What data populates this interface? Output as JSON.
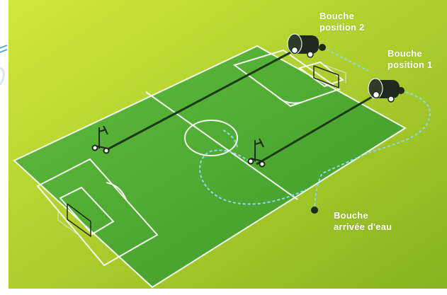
{
  "labels": {
    "position2": [
      "Bouche",
      "position 2"
    ],
    "position1": [
      "Bouche",
      "position 1"
    ],
    "water_inlet": [
      "Bouche",
      "arrivée d'eau"
    ]
  },
  "colors": {
    "background_light": "#cfe43a",
    "background_dark": "#86b51f",
    "pitch_light": "#58b53a",
    "pitch_dark": "#3f9c2a",
    "field_lines": "#f4f8ee",
    "hose": "#1c3a18",
    "supply_line": "#8ad8e8",
    "reel": "#1d2a1d",
    "label_text": "#ffffff"
  },
  "icons": [
    "hose-reel-icon",
    "sprinkler-cart-icon",
    "hydrant-dot-icon",
    "goal-icon"
  ]
}
